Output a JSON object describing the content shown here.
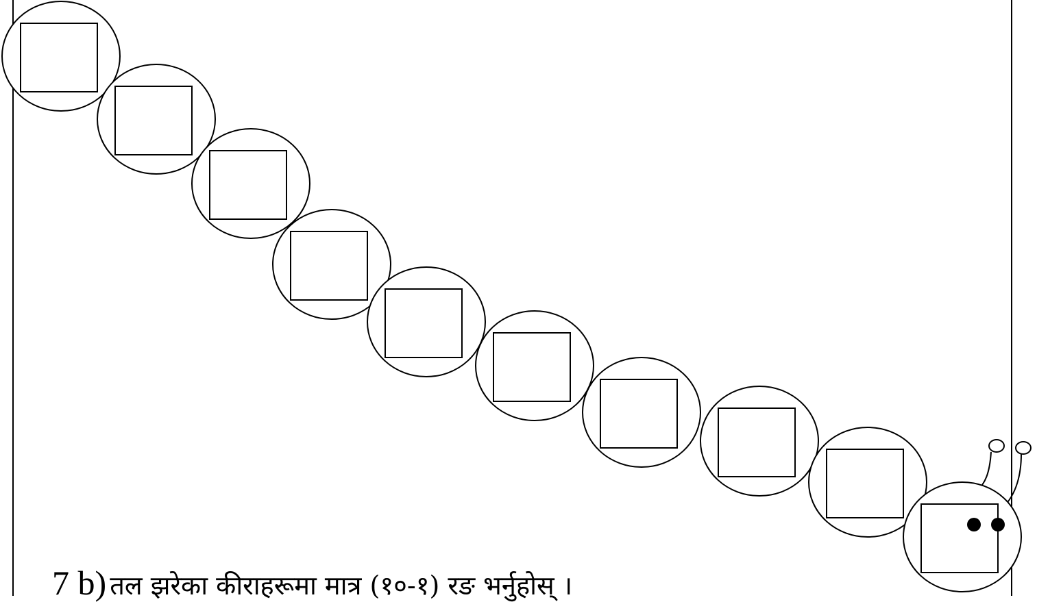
{
  "question": {
    "number": "7 b)",
    "instruction": "तल झरेका कीराहरूमा मात्र (१०-१) रङ भर्नुहोस् ।"
  },
  "caterpillar": {
    "segment_count": 10,
    "box_labels": [
      "",
      "",
      "",
      "",
      "",
      "",
      "",
      "",
      "",
      ""
    ],
    "stroke_color": "#000000",
    "fill_color": "#ffffff"
  }
}
